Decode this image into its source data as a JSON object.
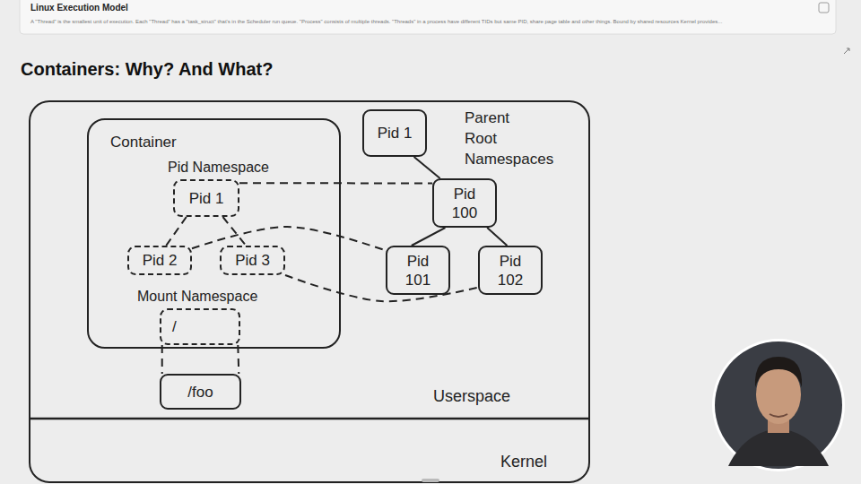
{
  "diagram": {
    "title": "Containers: Why? And What?",
    "nodes": [
      {
        "text": [
          "Userspace"
        ]
      },
      {
        "text": [
          "Container"
        ],
        "in": 0
      },
      {
        "text": [
          "Pid 1"
        ],
        "in": 1
      },
      {
        "text": [
          "Pid 2"
        ],
        "in": 1
      },
      {
        "text": [
          "Pid 3"
        ],
        "in": 1
      },
      {
        "text": [
          "/"
        ],
        "in": 1
      },
      {
        "text": [
          "Pid 1"
        ],
        "in": 0
      },
      {
        "text": [
          "Pid 100"
        ],
        "in": 0
      },
      {
        "text": [
          "Pid 101"
        ],
        "in": 0
      },
      {
        "text": [
          "Pid 102"
        ],
        "in": 0
      },
      {
        "text": [
          "/foo"
        ],
        "in": 0
      },
      {
        "text": [
          "Kernel"
        ]
      }
    ],
    "edges": [
      {
        "from": 2,
        "to": 3,
        "arrow": "none"
      },
      {
        "from": 2,
        "to": 4,
        "arrow": "none"
      },
      {
        "from": 2,
        "to": 7,
        "arrow": "none"
      },
      {
        "from": 3,
        "to": 8,
        "arrow": "none"
      },
      {
        "from": 4,
        "to": 9,
        "arrow": "none"
      },
      {
        "from": 6,
        "to": 7,
        "arrow": "none"
      },
      {
        "from": 7,
        "to": 8,
        "arrow": "none"
      },
      {
        "from": 7,
        "to": 9,
        "arrow": "none"
      },
      {
        "from": 5,
        "to": 10,
        "arrow": "none"
      }
    ],
    "labels": [
      "Linux Execution Model",
      "A \"Thread\" is the smallest unit of execution. Each \"Thread\" has a \"task_struct\" that's in the Scheduler run queue. \"Process\" consists of multiple threads. \"Threads\" in a process have different TIDs but same PID, share page table and other things. Bound by shared resources Kernel provides...",
      "Pid Namespace",
      "Mount Namespace",
      "Parent Root Namespaces"
    ]
  }
}
